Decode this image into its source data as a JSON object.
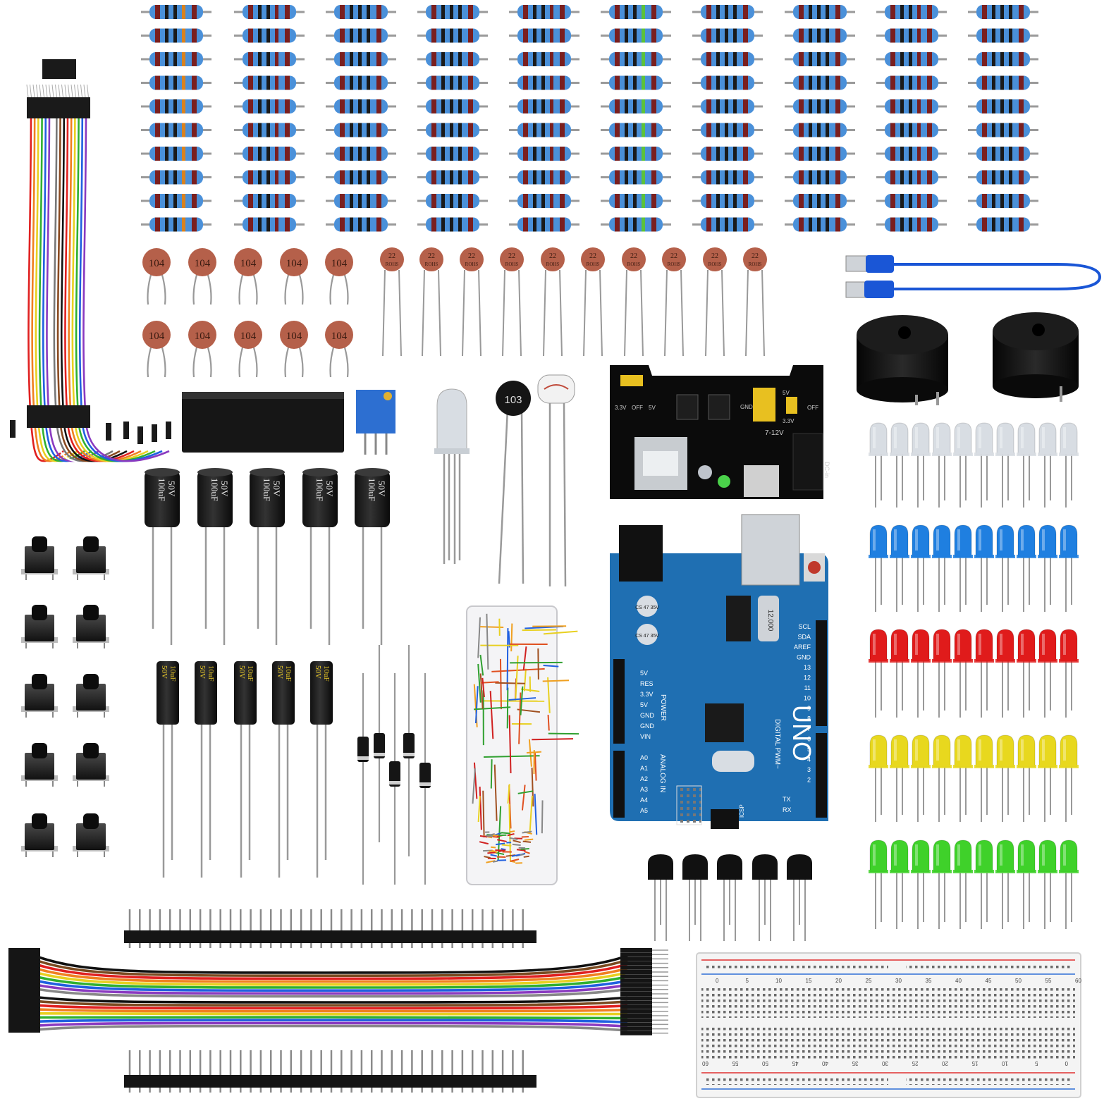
{
  "colors": {
    "background": "#ffffff",
    "resistor_body": "#4a90d9",
    "resistor_band_red": "#7a1f1f",
    "resistor_band_black": "#1a1a1a",
    "resistor_band_orange": "#d9821f",
    "resistor_band_green": "#5cc23a",
    "ceramic_cap": "#b5604a",
    "board_blue": "#1f6fb2",
    "board_black": "#111111",
    "led_blue": "#1f7fe0",
    "led_red": "#e01b1b",
    "led_yellow": "#e8d81e",
    "led_green": "#3fd12a",
    "led_clear": "#d8dde3",
    "usb_cable": "#1a56d6",
    "breadboard": "#f4f4f4",
    "rail_red": "#e03030",
    "rail_blue": "#2f6fd6",
    "pot_blue": "#2d6fd1"
  },
  "ceramic_labels": {
    "c104": "104",
    "c22": "22",
    "rohs": "ROHS"
  },
  "thermistor_label": "103",
  "electrolytic_large": {
    "value": "100uF",
    "voltage": "50V"
  },
  "electrolytic_small": {
    "value": "10uF",
    "voltage": "50V"
  },
  "power_module": {
    "labels": [
      "3.3V",
      "OFF",
      "5V",
      "GND",
      "5V",
      "3.3V",
      "OFF",
      "7-12V",
      "DC-in"
    ]
  },
  "arduino": {
    "brand": "UNO",
    "subtitle": "DIGITAL PWM~",
    "power_header": "POWER",
    "analog_header": "ANALOG IN",
    "power_pins": [
      "5V",
      "RES",
      "3.3V",
      "5V",
      "GND",
      "GND",
      "VIN"
    ],
    "analog_pins": [
      "A0",
      "A1",
      "A2",
      "A3",
      "A4",
      "A5"
    ],
    "digital_pins": [
      "SCL",
      "SDA",
      "AREF",
      "GND",
      "13",
      "12",
      "11",
      "10",
      "9",
      "8",
      "7",
      "6",
      "5",
      "4",
      "3",
      "2",
      "TX",
      "RX"
    ],
    "crystal": "12.000",
    "caps": [
      "CS 47 35V",
      "CS 47 35V"
    ],
    "tx_label": "TX",
    "rx_label": "RX",
    "icsp": "ICSP"
  },
  "breadboard": {
    "top_numbers": [
      "0",
      "5",
      "10",
      "15",
      "20",
      "25",
      "30",
      "35",
      "40",
      "45",
      "50",
      "55",
      "60"
    ],
    "bottom_numbers": [
      "60",
      "55",
      "50",
      "45",
      "40",
      "35",
      "30",
      "25",
      "20",
      "15",
      "10",
      "5",
      "0"
    ]
  }
}
